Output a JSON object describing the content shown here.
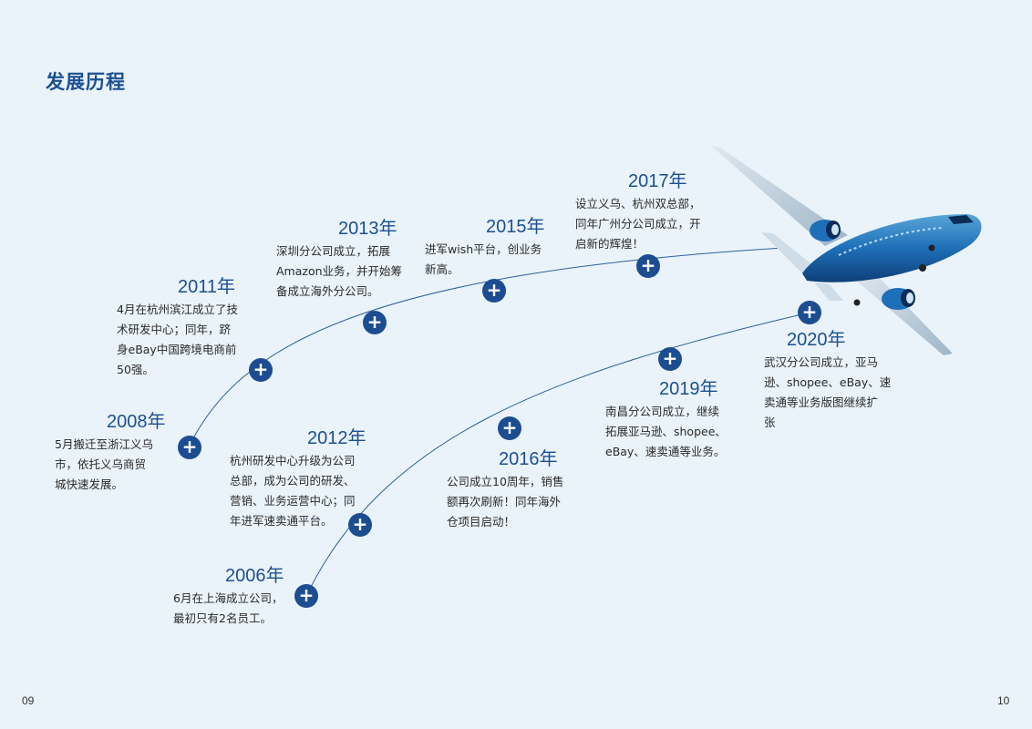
{
  "title": "发展历程",
  "page_left": "09",
  "page_right": "10",
  "events": [
    {
      "year": "2008年",
      "text": "5月搬迁至浙江义乌\n市，依托义乌商贸\n城快速发展。"
    },
    {
      "year": "2011年",
      "text": "4月在杭州滨江成立了技\n术研发中心；同年，跻\n身eBay中国跨境电商前\n50强。"
    },
    {
      "year": "2013年",
      "text": "深圳分公司成立，拓展\nAmazon业务，并开始筹\n备成立海外分公司。"
    },
    {
      "year": "2015年",
      "text": "进军wish平台，创业务\n新高。"
    },
    {
      "year": "2017年",
      "text": "设立义乌、杭州双总部，\n同年广州分公司成立，开\n启新的辉煌！"
    },
    {
      "year": "2006年",
      "text": "6月在上海成立公司，\n最初只有2名员工。"
    },
    {
      "year": "2012年",
      "text": "杭州研发中心升级为公司\n总部，成为公司的研发、\n营销、业务运营中心；同\n年进军速卖通平台。"
    },
    {
      "year": "2016年",
      "text": "公司成立10周年，销售\n额再次刷新！同年海外\n仓项目启动！"
    },
    {
      "year": "2019年",
      "text": "南昌分公司成立，继续\n拓展亚马逊、shopee、\neBay、速卖通等业务。"
    },
    {
      "year": "2020年",
      "text": "武汉分公司成立，亚马\n逊、shopee、eBay、速\n卖通等业务版图继续扩\n张"
    }
  ],
  "node_symbol": "+",
  "colors": {
    "accent": "#1d4d91",
    "background": "#eaf3fa",
    "line": "#2f5f9e"
  }
}
